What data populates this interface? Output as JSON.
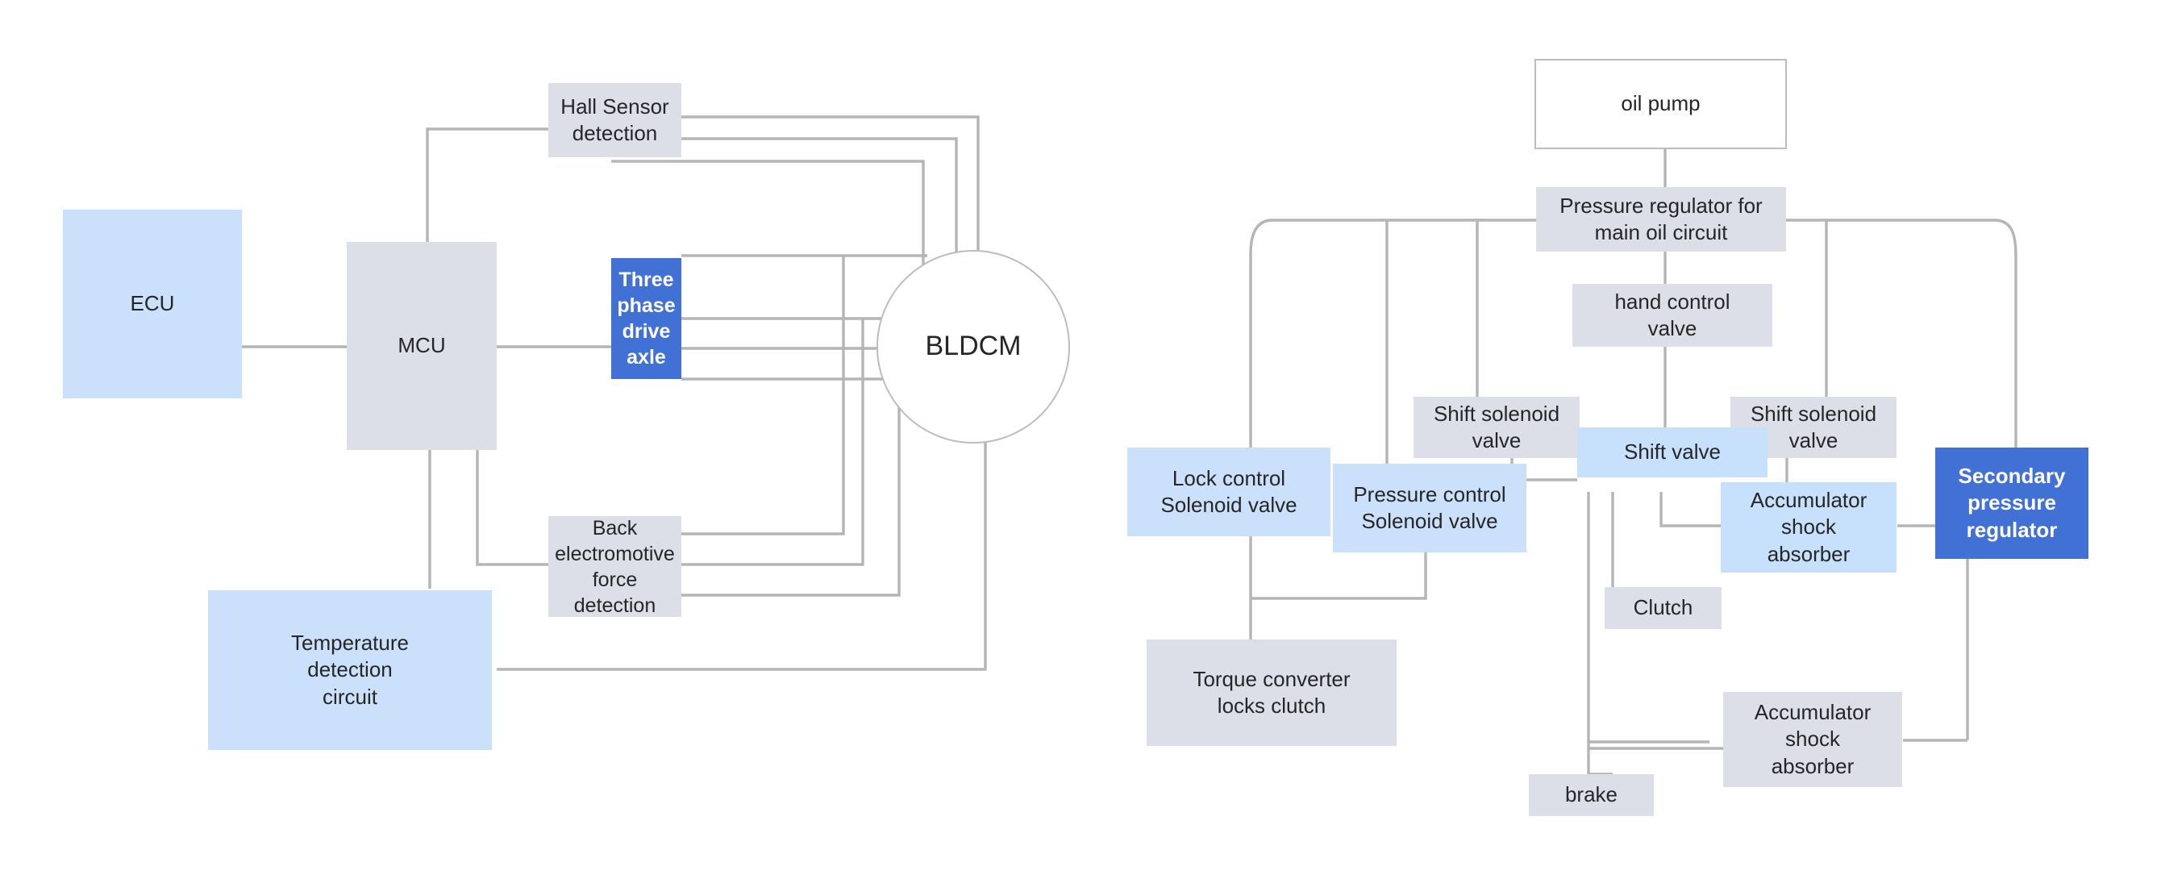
{
  "diagram": {
    "type": "block-diagram",
    "background": "#ffffff",
    "palette": {
      "gray_fill": "#dcdfe8",
      "light_blue_fill": "#cbe0fb",
      "dark_blue_fill": "#4271d6",
      "white_fill": "#ffffff",
      "wire_stroke": "#b5b5b5",
      "text_dark": "#262626",
      "text_light": "#ffffff"
    },
    "left_diagram": {
      "title": "BLDCM motor control block diagram",
      "nodes": [
        {
          "id": "ecu",
          "label": "ECU",
          "style": "light-blue"
        },
        {
          "id": "mcu",
          "label": "MCU",
          "style": "gray"
        },
        {
          "id": "hall",
          "label": "Hall Sensor\ndetection",
          "style": "gray"
        },
        {
          "id": "tpd",
          "label": "Three\nphase drive\naxle",
          "style": "dark-blue"
        },
        {
          "id": "bldcm",
          "label": "BLDCM",
          "style": "circle"
        },
        {
          "id": "bemf",
          "label": "Back\nelectromotive\nforce detection",
          "style": "gray"
        },
        {
          "id": "temp",
          "label": "Temperature\ndetection\ncircuit",
          "style": "light-blue"
        }
      ],
      "edges": [
        {
          "from": "ecu",
          "to": "mcu"
        },
        {
          "from": "mcu",
          "to": "hall"
        },
        {
          "from": "mcu",
          "to": "tpd"
        },
        {
          "from": "mcu",
          "to": "bemf"
        },
        {
          "from": "mcu",
          "to": "temp"
        },
        {
          "from": "hall",
          "to": "bldcm"
        },
        {
          "from": "tpd",
          "to": "bldcm"
        },
        {
          "from": "bemf",
          "to": "bldcm"
        },
        {
          "from": "temp",
          "to": "bldcm"
        }
      ]
    },
    "right_diagram": {
      "title": "Hydraulic control oil circuit block diagram",
      "nodes": [
        {
          "id": "oilpump",
          "label": "oil  pump",
          "style": "white"
        },
        {
          "id": "mainreg",
          "label": "Pressure regulator for\nmain oil  circuit",
          "style": "gray"
        },
        {
          "id": "handvalve",
          "label": "hand control\nvalve",
          "style": "gray"
        },
        {
          "id": "shiftsol1",
          "label": "Shift solenoid\nvalve",
          "style": "gray"
        },
        {
          "id": "shiftsol2",
          "label": "Shift solenoid\nvalve",
          "style": "gray"
        },
        {
          "id": "shiftvalve",
          "label": "Shift valve",
          "style": "light-blue"
        },
        {
          "id": "locksol",
          "label": "Lock control\nSolenoid valve",
          "style": "light-blue"
        },
        {
          "id": "presssol",
          "label": "Pressure control\nSolenoid valve",
          "style": "light-blue"
        },
        {
          "id": "accum1",
          "label": "Accumulator\nshock\nabsorber",
          "style": "light-blue"
        },
        {
          "id": "accum2",
          "label": "Accumulator\nshock\nabsorber",
          "style": "gray"
        },
        {
          "id": "clutch",
          "label": "Clutch",
          "style": "gray"
        },
        {
          "id": "brake",
          "label": "brake",
          "style": "gray"
        },
        {
          "id": "torque",
          "label": "Torque converter\nlocks clutch",
          "style": "gray"
        },
        {
          "id": "secreg",
          "label": "Secondary\npressure\nregulator",
          "style": "dark-blue"
        }
      ],
      "edges": [
        {
          "from": "oilpump",
          "to": "mainreg"
        },
        {
          "from": "mainreg",
          "to": "handvalve"
        },
        {
          "from": "mainreg",
          "to": "shiftsol1"
        },
        {
          "from": "mainreg",
          "to": "shiftsol2"
        },
        {
          "from": "mainreg",
          "to": "locksol"
        },
        {
          "from": "mainreg",
          "to": "presssol"
        },
        {
          "from": "mainreg",
          "to": "secreg"
        },
        {
          "from": "handvalve",
          "to": "shiftvalve"
        },
        {
          "from": "shiftsol1",
          "to": "shiftvalve"
        },
        {
          "from": "shiftsol2",
          "to": "shiftvalve"
        },
        {
          "from": "shiftvalve",
          "to": "clutch"
        },
        {
          "from": "shiftvalve",
          "to": "accum1"
        },
        {
          "from": "shiftvalve",
          "to": "brake"
        },
        {
          "from": "shiftvalve",
          "to": "accum2"
        },
        {
          "from": "locksol",
          "to": "torque"
        },
        {
          "from": "presssol",
          "to": "torque"
        },
        {
          "from": "accum1",
          "to": "secreg"
        },
        {
          "from": "accum2",
          "to": "secreg"
        }
      ]
    }
  },
  "left": {
    "ecu": {
      "label": "ECU"
    },
    "mcu": {
      "label": "MCU"
    },
    "hall": {
      "label": "Hall Sensor\ndetection"
    },
    "tpd": {
      "label": "Three\nphase drive\naxle"
    },
    "bldcm": {
      "label": "BLDCM"
    },
    "bemf": {
      "label": "Back\nelectromotive\nforce detection"
    },
    "temp": {
      "label": "Temperature\ndetection\ncircuit"
    }
  },
  "right": {
    "oilpump": {
      "label": "oil  pump"
    },
    "mainreg": {
      "label": "Pressure regulator for\nmain oil  circuit"
    },
    "handvalve": {
      "label": "hand control\nvalve"
    },
    "shiftsol1": {
      "label": "Shift solenoid\nvalve"
    },
    "shiftsol2": {
      "label": "Shift solenoid\nvalve"
    },
    "shiftvalve": {
      "label": "Shift valve"
    },
    "locksol": {
      "label": "Lock control\nSolenoid valve"
    },
    "presssol": {
      "label": "Pressure control\nSolenoid valve"
    },
    "accum1": {
      "label": "Accumulator\nshock\nabsorber"
    },
    "accum2": {
      "label": "Accumulator\nshock\nabsorber"
    },
    "clutch": {
      "label": "Clutch"
    },
    "brake": {
      "label": "brake"
    },
    "torque": {
      "label": "Torque converter\nlocks clutch"
    },
    "secreg": {
      "label": "Secondary\npressure\nregulator"
    }
  }
}
